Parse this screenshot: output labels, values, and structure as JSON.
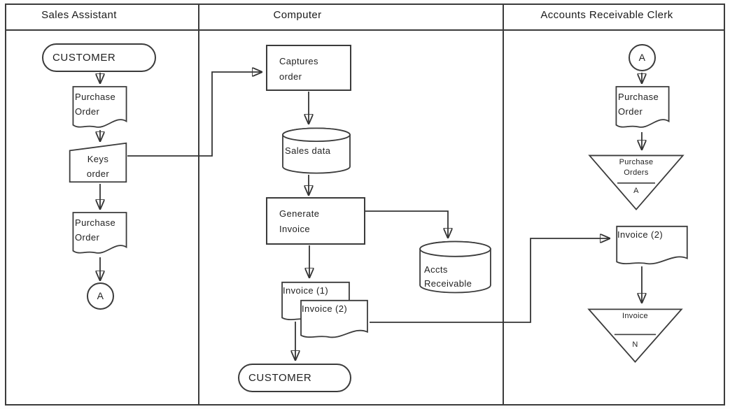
{
  "diagram": {
    "title_hint": "Sales order document flowchart",
    "lanes": [
      {
        "header": "Sales Assistant"
      },
      {
        "header": "Computer"
      },
      {
        "header": "Accounts Receivable Clerk"
      }
    ],
    "nodes": {
      "customer_source": {
        "type": "terminator",
        "label": "CUSTOMER"
      },
      "purchase_order_1": {
        "type": "document",
        "label": "Purchase\nOrder"
      },
      "keys_order": {
        "type": "manual-input",
        "label": "Keys\norder"
      },
      "purchase_order_2": {
        "type": "document",
        "label": "Purchase\nOrder"
      },
      "connector_a_out": {
        "type": "off-page-connector",
        "label": "A"
      },
      "captures_order": {
        "type": "process",
        "label": "Captures\norder"
      },
      "sales_data": {
        "type": "data-store",
        "label": "Sales data"
      },
      "generate_invoice": {
        "type": "process",
        "label": "Generate\nInvoice"
      },
      "accts_receivable": {
        "type": "data-store",
        "label": "Accts\nReceivable"
      },
      "invoice_1": {
        "type": "document",
        "label": "Invoice (1)"
      },
      "invoice_2": {
        "type": "document",
        "label": "Invoice (2)"
      },
      "customer_dest": {
        "type": "terminator",
        "label": "CUSTOMER"
      },
      "connector_a_in": {
        "type": "off-page-connector",
        "label": "A"
      },
      "purchase_order_3": {
        "type": "document",
        "label": "Purchase\nOrder"
      },
      "file_purchase_orders": {
        "type": "offline-file",
        "label": "Purchase\nOrders",
        "sort_key": "A"
      },
      "invoice_2_received": {
        "type": "document",
        "label": "Invoice (2)"
      },
      "file_invoice": {
        "type": "offline-file",
        "label": "Invoice",
        "sort_key": "N"
      }
    },
    "colors": {
      "line": "#3b3b3b",
      "background": "#ffffff",
      "text": "#1f1f1f"
    }
  }
}
